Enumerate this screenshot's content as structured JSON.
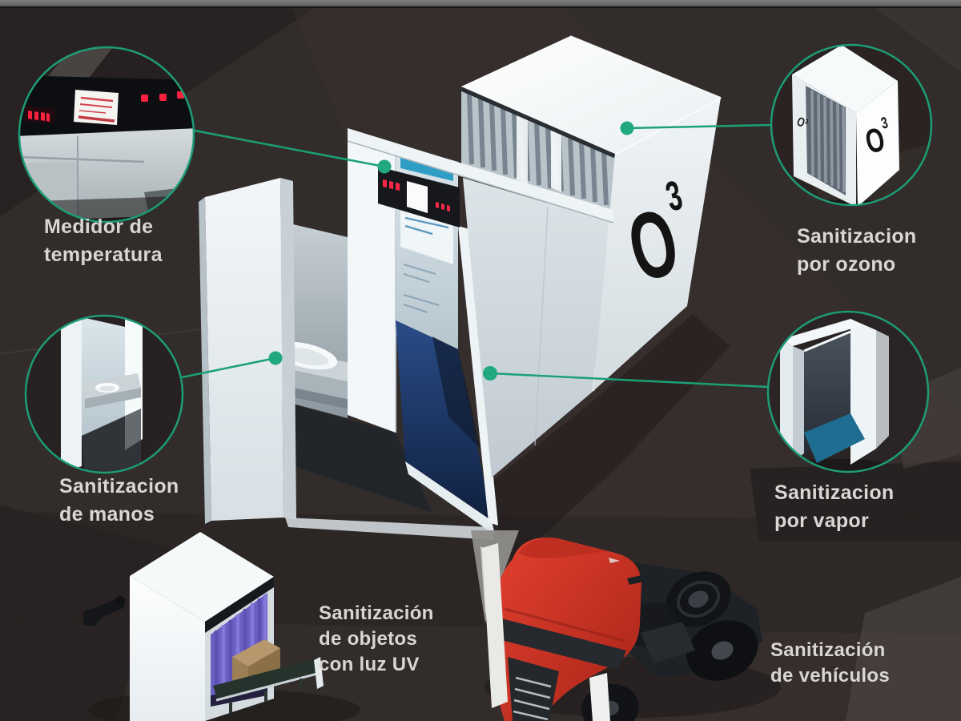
{
  "accent_color": "#1da57d",
  "background_color": "#322d2b",
  "o3_marks": {
    "main_o": "O",
    "main_sup": "3",
    "circle_big_o": "O",
    "circle_big_sup": "3",
    "circle_small": "O³"
  },
  "callouts": [
    {
      "id": "temperatura",
      "lines": [
        "Medidor de",
        "temperatura"
      ]
    },
    {
      "id": "manos",
      "lines": [
        "Sanitizacion",
        "de manos"
      ]
    },
    {
      "id": "ozono",
      "lines": [
        "Sanitizacion",
        "por ozono"
      ]
    },
    {
      "id": "vapor",
      "lines": [
        "Sanitizacion",
        "por vapor"
      ]
    }
  ],
  "bottom_items": [
    {
      "id": "uv",
      "lines": [
        "Sanitización",
        "de objetos",
        "con luz UV"
      ]
    },
    {
      "id": "vehiculos",
      "lines": [
        "Sanitización",
        "de vehículos"
      ]
    }
  ]
}
